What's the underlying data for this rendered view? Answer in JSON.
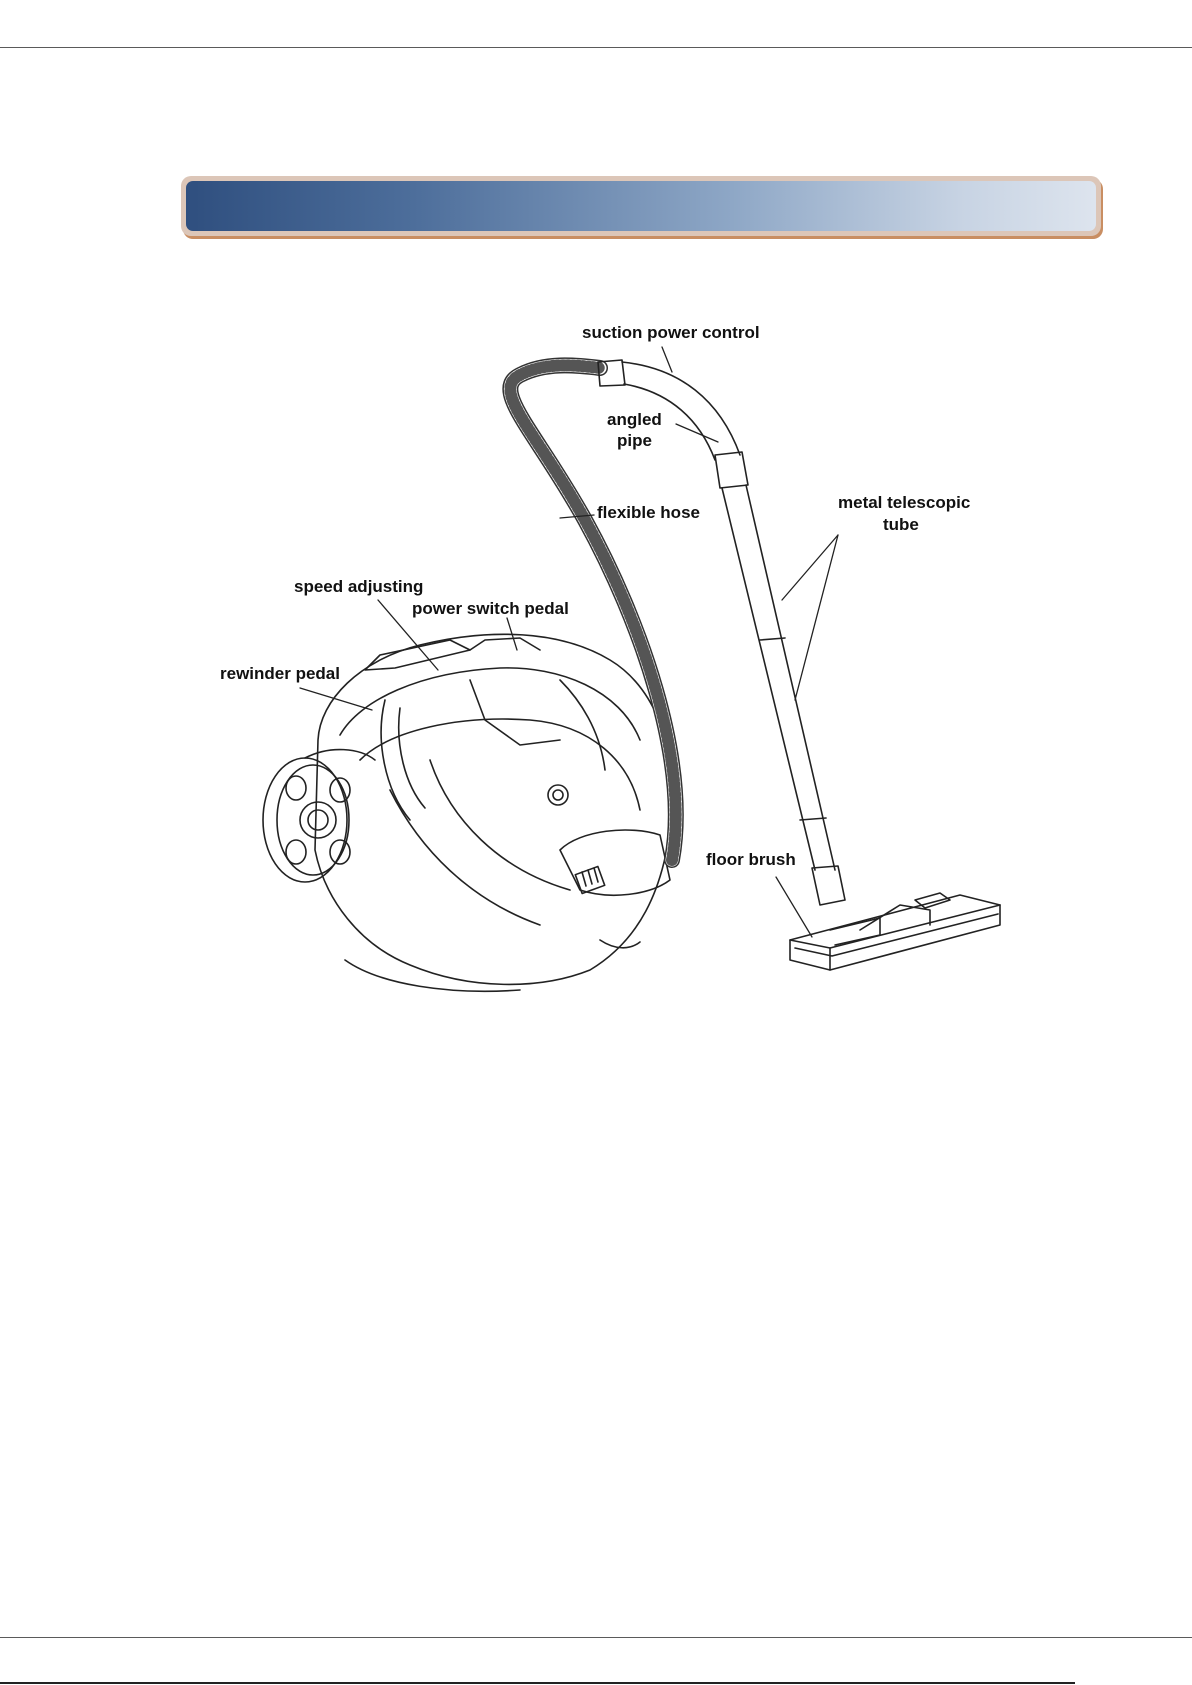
{
  "diagram": {
    "labels": {
      "suction_power_control": "suction power control",
      "angled_pipe_line1": "angled",
      "angled_pipe_line2": "pipe",
      "flexible_hose": "flexible hose",
      "metal_tube_line1": "metal telescopic",
      "metal_tube_line2": "tube",
      "speed_adjusting": "speed adjusting",
      "power_switch_pedal": "power switch pedal",
      "rewinder_pedal": "rewinder pedal",
      "floor_brush": "floor brush"
    }
  }
}
